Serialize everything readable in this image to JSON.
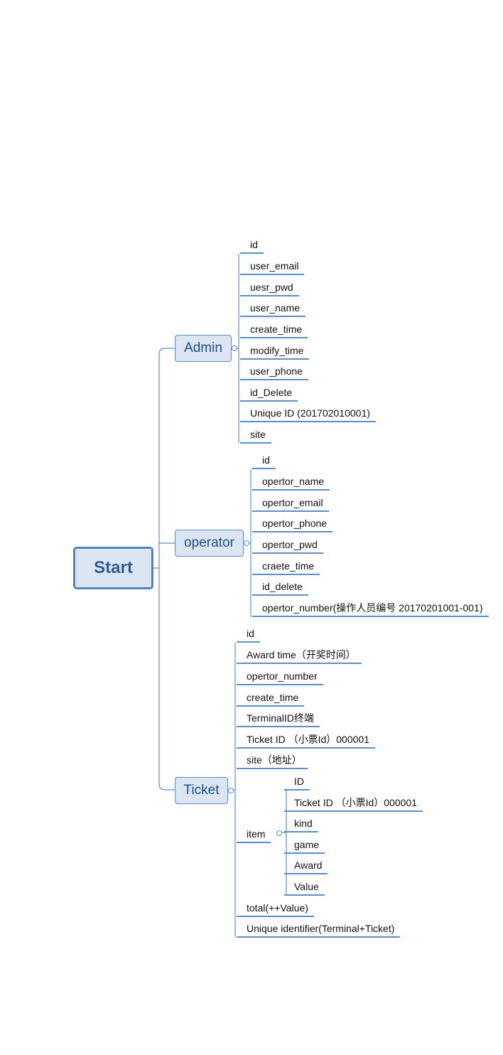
{
  "root": {
    "label": "Start"
  },
  "branches": [
    {
      "label": "Admin",
      "children": [
        {
          "label": "id"
        },
        {
          "label": "user_email"
        },
        {
          "label": "uesr_pwd"
        },
        {
          "label": "user_name"
        },
        {
          "label": "create_time"
        },
        {
          "label": "modify_time"
        },
        {
          "label": "user_phone"
        },
        {
          "label": "id_Delete"
        },
        {
          "label": "Unique ID (201702010001)"
        },
        {
          "label": "site"
        }
      ]
    },
    {
      "label": "operator",
      "children": [
        {
          "label": "id"
        },
        {
          "label": "opertor_name"
        },
        {
          "label": "opertor_email"
        },
        {
          "label": "opertor_phone"
        },
        {
          "label": "opertor_pwd"
        },
        {
          "label": "craete_time"
        },
        {
          "label": "id_delete"
        },
        {
          "label": "opertor_number(操作人员编号  20170201001-001)"
        }
      ]
    },
    {
      "label": "Ticket",
      "children": [
        {
          "label": "id"
        },
        {
          "label": "Award time（开奖时间）"
        },
        {
          "label": "opertor_number"
        },
        {
          "label": "create_time"
        },
        {
          "label": "TerminalID终端"
        },
        {
          "label": "Ticket ID （小票Id）000001"
        },
        {
          "label": "site（地址）"
        },
        {
          "label": "item",
          "children": [
            {
              "label": "ID"
            },
            {
              "label": "Ticket ID （小票Id）000001"
            },
            {
              "label": "kind"
            },
            {
              "label": "game"
            },
            {
              "label": "Award"
            },
            {
              "label": "Value"
            }
          ]
        },
        {
          "label": "total(++Value)"
        },
        {
          "label": "Unique identifier(Terminal+Ticket)"
        }
      ]
    }
  ],
  "colors": {
    "connector": "#5b8fcb",
    "box_fill": "#dce6f2",
    "box_border": "#5b8fcb",
    "root_border": "#4f86c6",
    "text": "#111111"
  }
}
